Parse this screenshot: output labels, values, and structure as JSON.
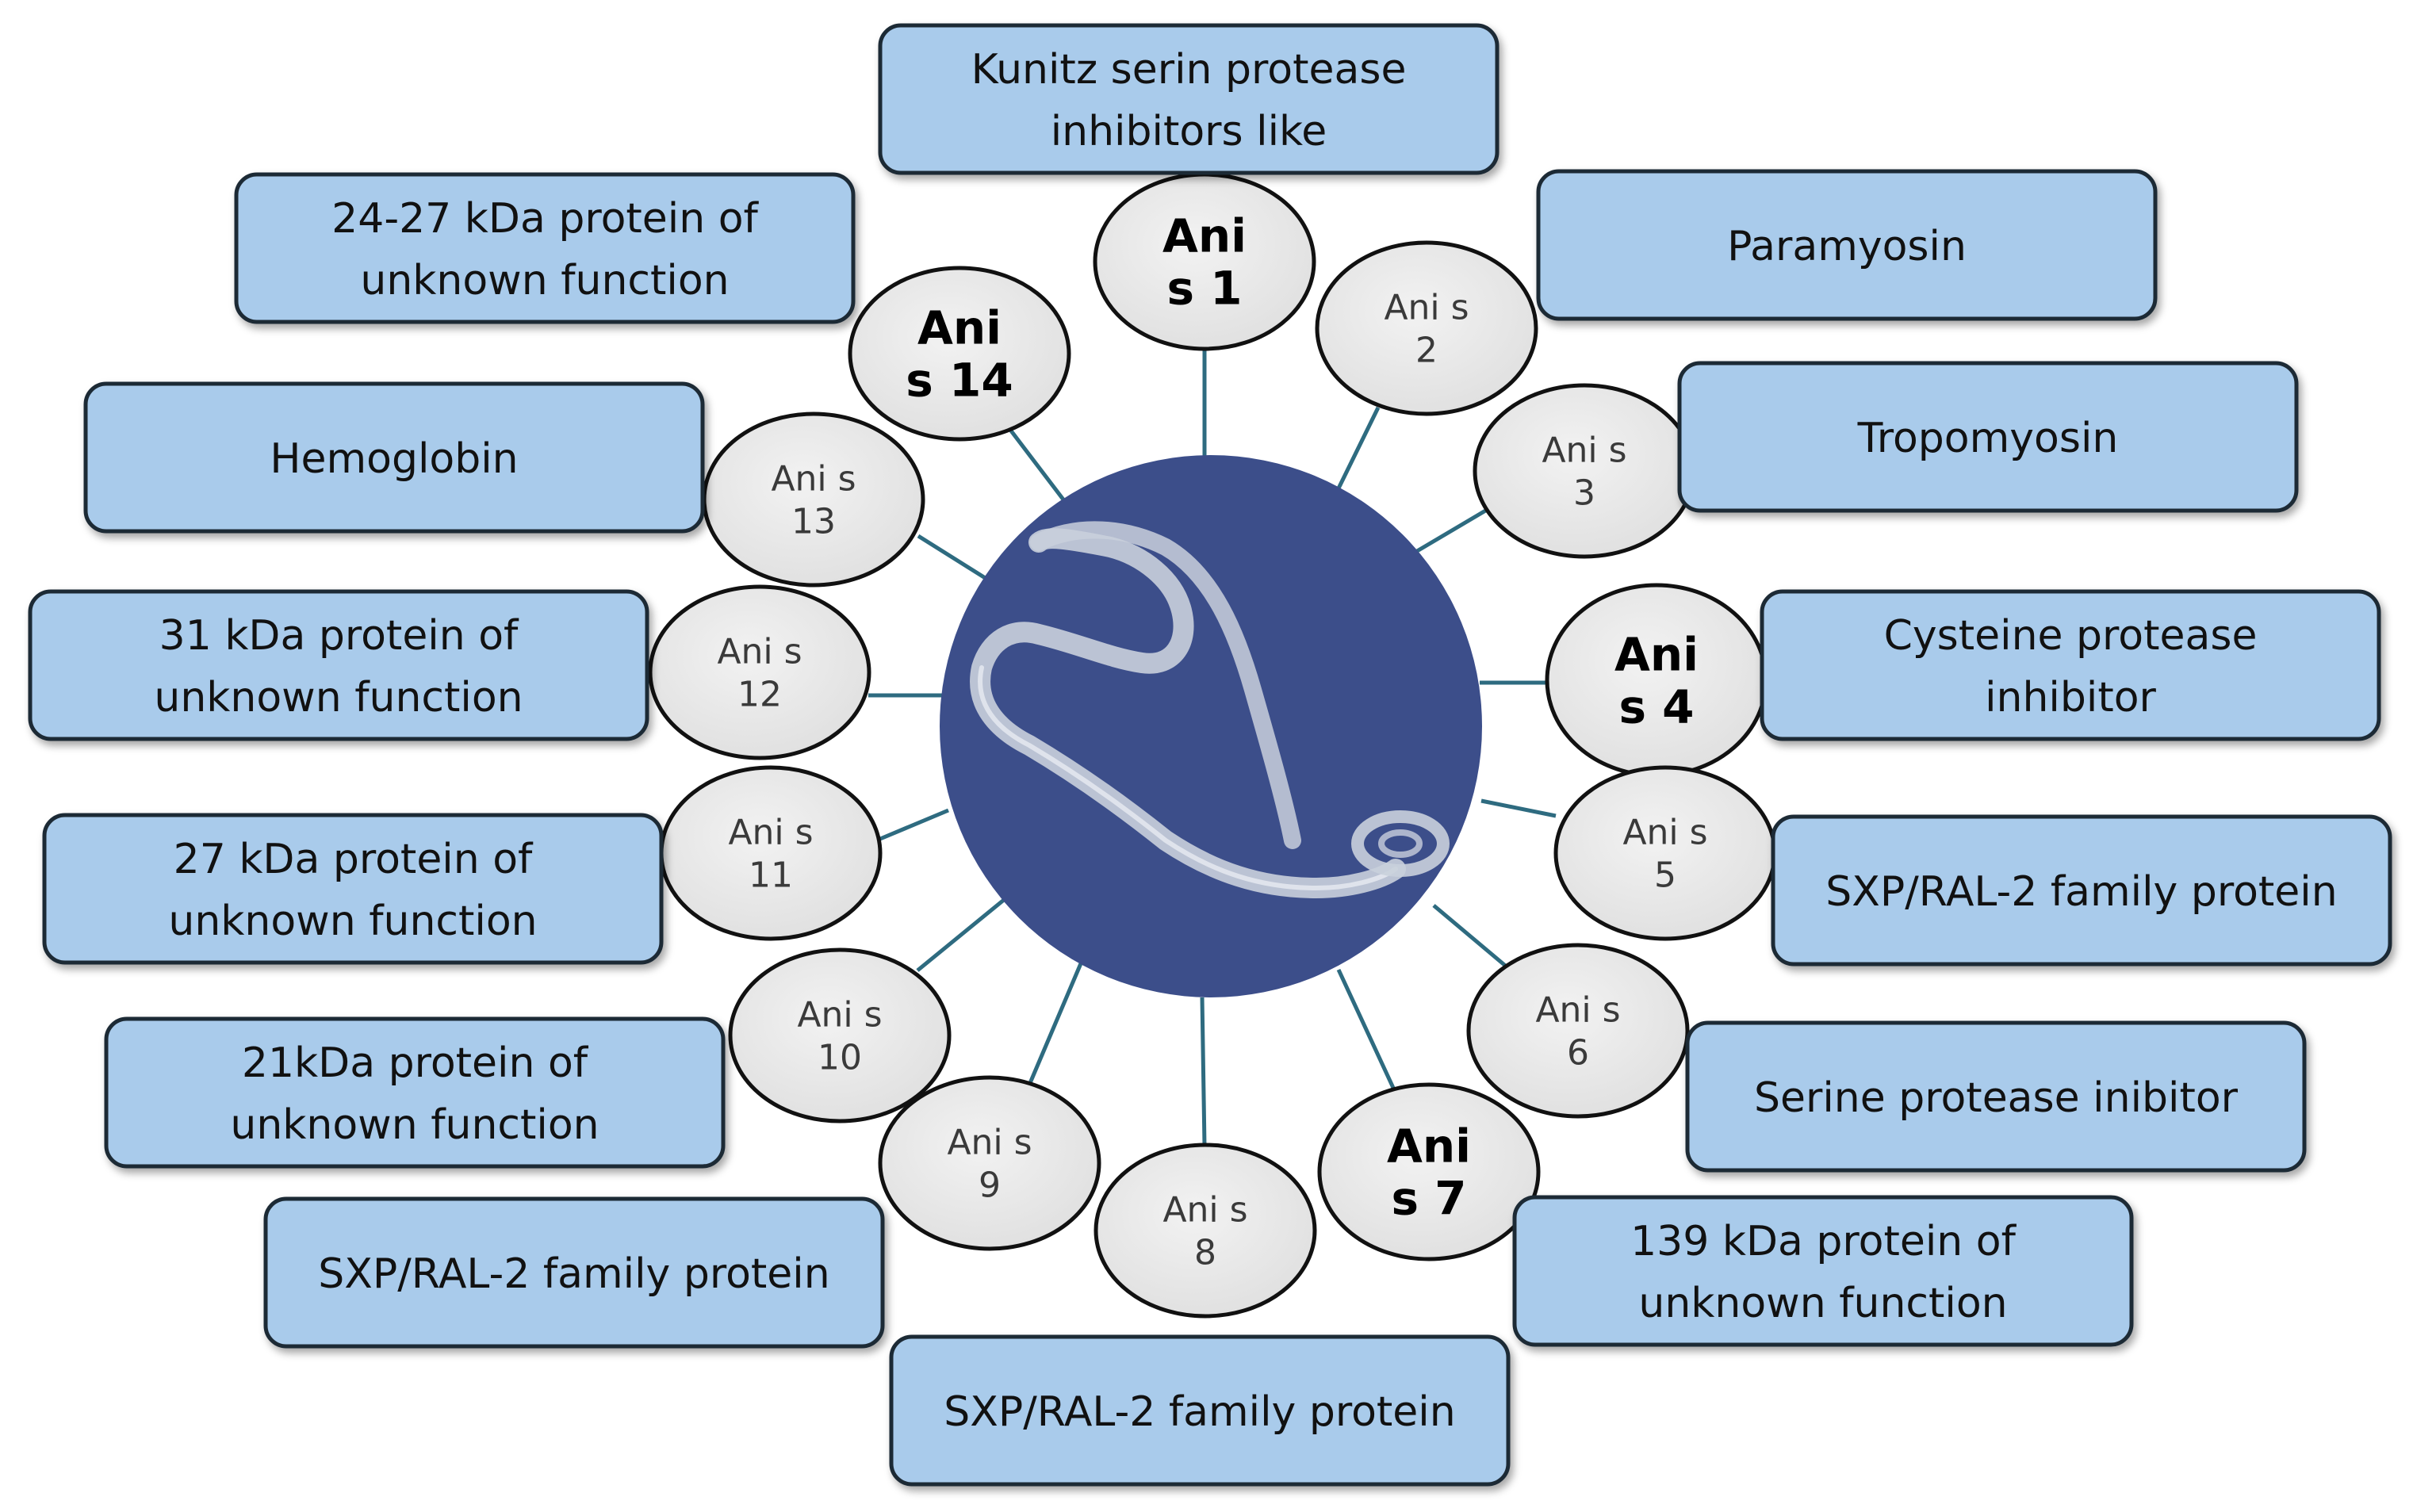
{
  "colors": {
    "box_fill": "#a9cbeb",
    "box_stroke": "#1f2a36",
    "ellipse_fill": "#e6e6e6",
    "ellipse_stroke": "#111111",
    "connector": "#2e6b80",
    "center_fill": "#3c4e8a",
    "worm": "#c9d0dc"
  },
  "center_image": "anisakis-worm",
  "allergens": [
    {
      "id": "ani-s-1",
      "line1": "Ani",
      "line2": "s 1",
      "bold": true,
      "label_lines": [
        "Kunitz serin protease",
        "inhibitors like"
      ]
    },
    {
      "id": "ani-s-2",
      "line1": "Ani s",
      "line2": "2",
      "bold": false,
      "label_lines": [
        "Paramyosin"
      ]
    },
    {
      "id": "ani-s-3",
      "line1": "Ani s",
      "line2": "3",
      "bold": false,
      "label_lines": [
        "Tropomyosin"
      ]
    },
    {
      "id": "ani-s-4",
      "line1": "Ani",
      "line2": "s 4",
      "bold": true,
      "label_lines": [
        "Cysteine protease",
        "inhibitor"
      ]
    },
    {
      "id": "ani-s-5",
      "line1": "Ani s",
      "line2": "5",
      "bold": false,
      "label_lines": [
        "SXP/RAL-2 family protein"
      ]
    },
    {
      "id": "ani-s-6",
      "line1": "Ani s",
      "line2": "6",
      "bold": false,
      "label_lines": [
        "Serine protease inibitor"
      ]
    },
    {
      "id": "ani-s-7",
      "line1": "Ani",
      "line2": "s 7",
      "bold": true,
      "label_lines": [
        "139 kDa  protein of",
        "unknown function"
      ]
    },
    {
      "id": "ani-s-8",
      "line1": "Ani s",
      "line2": "8",
      "bold": false,
      "label_lines": [
        "SXP/RAL-2 family protein"
      ]
    },
    {
      "id": "ani-s-9",
      "line1": "Ani s",
      "line2": "9",
      "bold": false,
      "label_lines": [
        "SXP/RAL-2 family protein"
      ]
    },
    {
      "id": "ani-s-10",
      "line1": "Ani s",
      "line2": "10",
      "bold": false,
      "label_lines": [
        "21kDa protein of",
        "unknown function"
      ]
    },
    {
      "id": "ani-s-11",
      "line1": "Ani s",
      "line2": "11",
      "bold": false,
      "label_lines": [
        "27 kDa protein of",
        "unknown function"
      ]
    },
    {
      "id": "ani-s-12",
      "line1": "Ani s",
      "line2": "12",
      "bold": false,
      "label_lines": [
        "31 kDa protein of",
        "unknown function"
      ]
    },
    {
      "id": "ani-s-13",
      "line1": "Ani s",
      "line2": "13",
      "bold": false,
      "label_lines": [
        "Hemoglobin"
      ]
    },
    {
      "id": "ani-s-14",
      "line1": "Ani",
      "line2": "s 14",
      "bold": true,
      "label_lines": [
        "24-27 kDa protein of",
        "unknown function"
      ]
    }
  ]
}
